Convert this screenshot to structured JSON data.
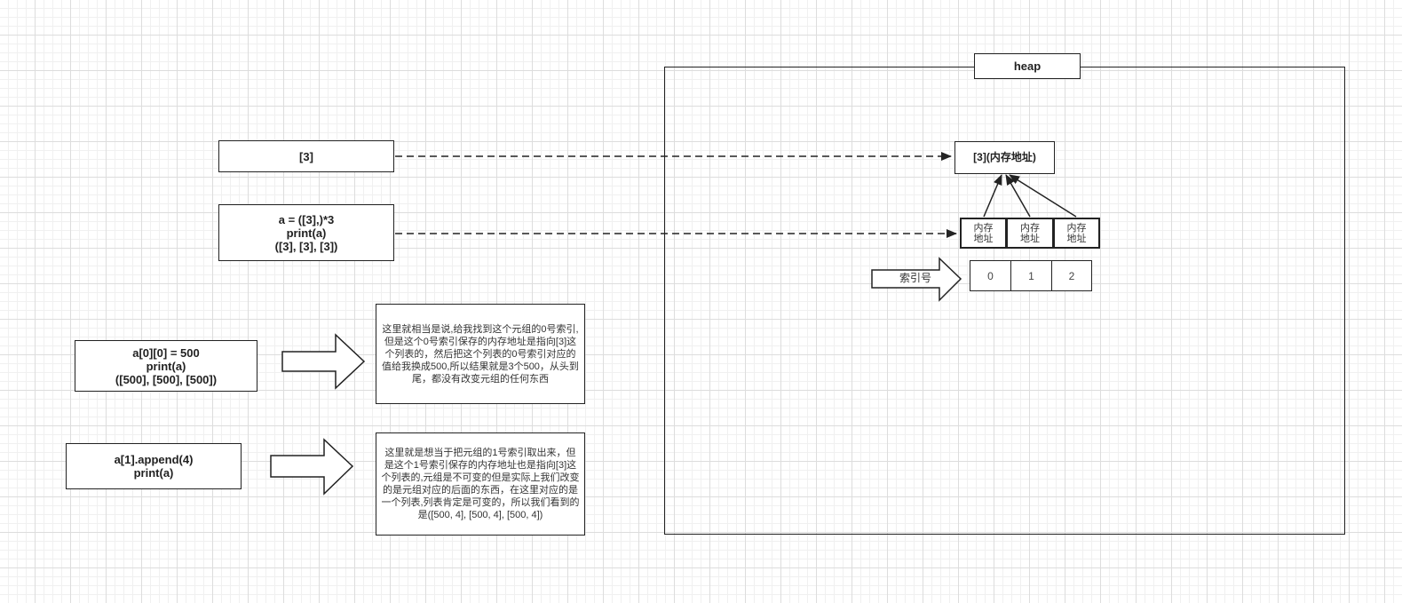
{
  "heap": {
    "title": "heap"
  },
  "boxes": {
    "list3": "[3]",
    "tuple_def": "a = ([3],)*3\nprint(a)\n([3], [3], [3])",
    "assign": "a[0][0] = 500\nprint(a)\n([500], [500], [500])",
    "append": "a[1].append(4)\nprint(a)"
  },
  "heap_items": {
    "list_address": "[3](内存地址)",
    "cells": [
      "内存\n地址",
      "内存\n地址",
      "内存\n地址"
    ],
    "index_label": "索引号",
    "indexes": [
      "0",
      "1",
      "2"
    ]
  },
  "notes": {
    "assign_note": "这里就相当是说,给我找到这个元组的0号索引,但是这个0号索引保存的内存地址是指向[3]这个列表的，然后把这个列表的0号索引对应的值给我换成500,所以结果就是3个500，从头到尾，都没有改变元组的任何东西",
    "append_note": "这里就是想当于把元组的1号索引取出来，但是这个1号索引保存的内存地址也是指向[3]这个列表的,元组是不可变的但是实际上我们改变的是元组对应的后面的东西，在这里对应的是一个列表,列表肯定是可变的，所以我们看到的是([500, 4], [500, 4], [500, 4])"
  }
}
